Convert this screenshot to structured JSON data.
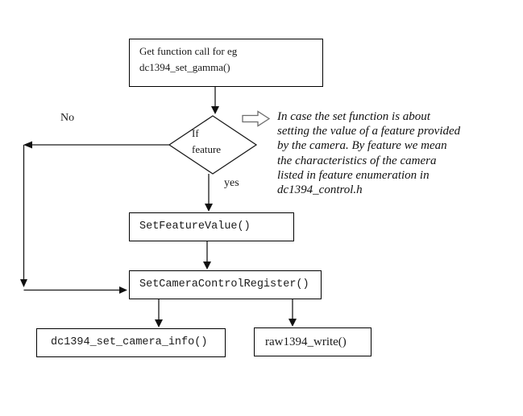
{
  "flow": {
    "start": {
      "line1": "Get function call for eg",
      "line2": "dc1394_set_gamma()"
    },
    "decision": {
      "line1": "If",
      "line2": "feature"
    },
    "no_label": "No",
    "yes_label": "yes",
    "boxes": {
      "set_feature_value": "SetFeatureValue()",
      "set_camera_control_register": "SetCameraControlRegister()",
      "set_camera_info": "dc1394_set_camera_info()",
      "raw_write": "raw1394_write()"
    },
    "annotation": {
      "lines": [
        "In case the set function is about",
        "setting the value of a feature provided",
        "by the camera. By feature we mean",
        "the characteristics of the camera",
        "listed in feature enumeration in",
        "dc1394_control.h"
      ]
    },
    "colors": {
      "line": "#1a1a1a",
      "box_border": "#000000",
      "background": "#ffffff",
      "block_arrow_outline": "#6e6e6e"
    }
  }
}
